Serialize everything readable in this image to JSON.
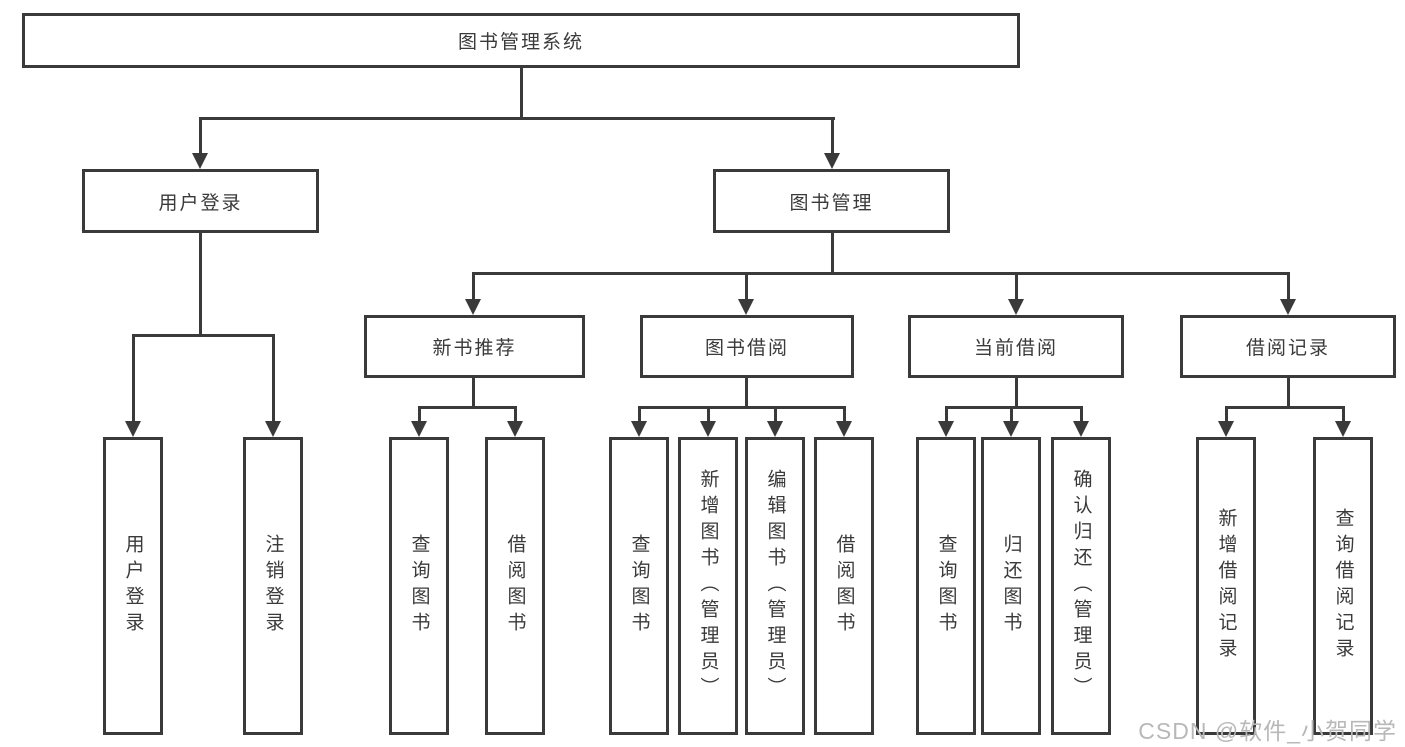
{
  "diagram_title": "图书管理系统",
  "tree": {
    "label": "图书管理系统",
    "children": [
      {
        "label": "用户登录",
        "children": [
          {
            "label": "用户登录"
          },
          {
            "label": "注销登录"
          }
        ]
      },
      {
        "label": "图书管理",
        "children": [
          {
            "label": "新书推荐",
            "children": [
              {
                "label": "查询图书"
              },
              {
                "label": "借阅图书"
              }
            ]
          },
          {
            "label": "图书借阅",
            "children": [
              {
                "label": "查询图书"
              },
              {
                "label": "新增图书（管理员）"
              },
              {
                "label": "编辑图书（管理员）"
              },
              {
                "label": "借阅图书"
              }
            ]
          },
          {
            "label": "当前借阅",
            "children": [
              {
                "label": "查询图书"
              },
              {
                "label": "归还图书"
              },
              {
                "label": "确认归还（管理员）"
              }
            ]
          },
          {
            "label": "借阅记录",
            "children": [
              {
                "label": "新增借阅记录"
              },
              {
                "label": "查询借阅记录"
              }
            ]
          }
        ]
      }
    ]
  },
  "watermark": {
    "text": "CSDN @软件_小贺同学"
  },
  "colors": {
    "line": "#3a3a3a",
    "text": "#3a3a3a",
    "background": "#ffffff",
    "watermark": "#b8b8b8"
  }
}
